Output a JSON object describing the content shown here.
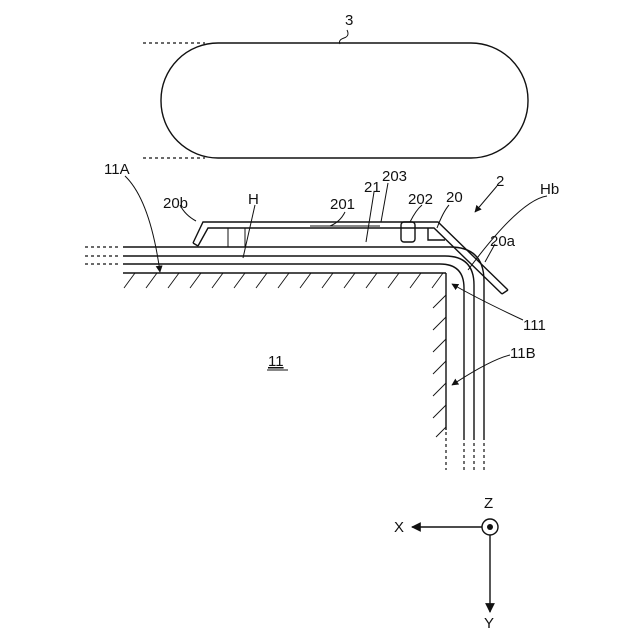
{
  "labels": {
    "obj3": "3",
    "l11A": "11A",
    "l20b": "20b",
    "lH": "H",
    "l201": "201",
    "l21": "21",
    "l203": "203",
    "l202": "202",
    "l20": "20",
    "l2": "2",
    "lHb": "Hb",
    "l20a": "20a",
    "l111": "111",
    "l11B": "11B",
    "l11": "11",
    "axisZ": "Z",
    "axisX": "X",
    "axisY": "Y"
  }
}
